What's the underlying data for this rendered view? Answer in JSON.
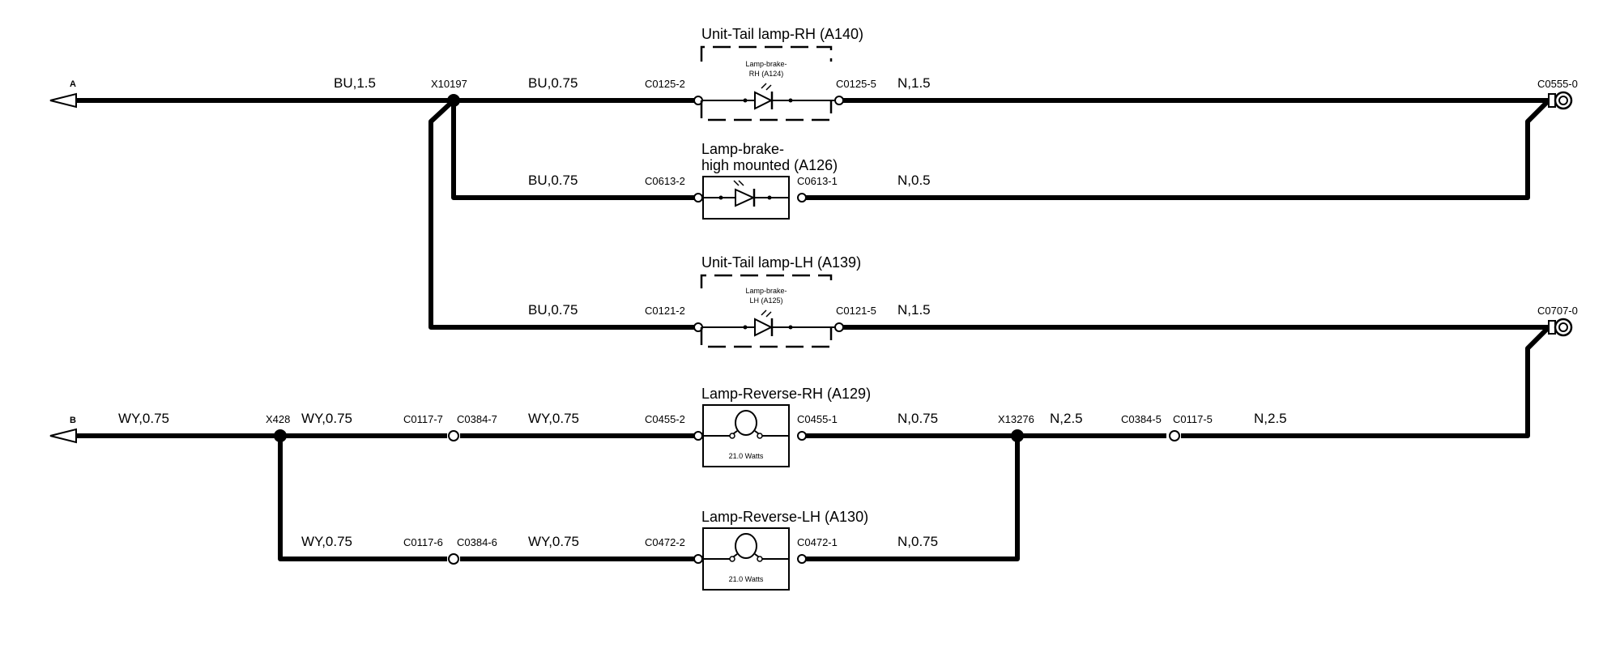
{
  "terminals": {
    "a": "A",
    "b": "B"
  },
  "splices": {
    "x10197": "X10197",
    "x428": "X428",
    "x13276": "X13276"
  },
  "wires": {
    "a_main": "BU,1.5",
    "bu_rh": "BU,0.75",
    "bu_hm": "BU,0.75",
    "bu_lh": "BU,0.75",
    "n_rh": "N,1.5",
    "n_hm": "N,0.5",
    "n_lh": "N,1.5",
    "wy_b": "WY,0.75",
    "wy_428_rev_rh": "WY,0.75",
    "wy_rev_rh": "WY,0.75",
    "n_rev_rh": "N,0.75",
    "n_13276": "N,2.5",
    "n_to_c0707": "N,2.5",
    "wy_428_rev_lh": "WY,0.75",
    "wy_rev_lh": "WY,0.75",
    "n_rev_lh": "N,0.75"
  },
  "connectors": {
    "c0125_2": "C0125-2",
    "c0125_5": "C0125-5",
    "c0555_0": "C0555-0",
    "c0613_2": "C0613-2",
    "c0613_1": "C0613-1",
    "c0121_2": "C0121-2",
    "c0121_5": "C0121-5",
    "c0707_0": "C0707-0",
    "c0117_7": "C0117-7",
    "c0384_7": "C0384-7",
    "c0455_2": "C0455-2",
    "c0455_1": "C0455-1",
    "c0384_5": "C0384-5",
    "c0117_5": "C0117-5",
    "c0117_6": "C0117-6",
    "c0384_6": "C0384-6",
    "c0472_2": "C0472-2",
    "c0472_1": "C0472-1"
  },
  "components": {
    "tail_rh": {
      "title": "Unit-Tail lamp-RH (A140)",
      "inner_l1": "Lamp-brake-",
      "inner_l2": "RH (A124)"
    },
    "brake_hm": {
      "title_l1": "Lamp-brake-",
      "title_l2": "high mounted (A126)"
    },
    "tail_lh": {
      "title": "Unit-Tail lamp-LH (A139)",
      "inner_l1": "Lamp-brake-",
      "inner_l2": "LH (A125)"
    },
    "rev_rh": {
      "title": "Lamp-Reverse-RH (A129)",
      "watts": "21.0 Watts"
    },
    "rev_lh": {
      "title": "Lamp-Reverse-LH (A130)",
      "watts": "21.0 Watts"
    }
  },
  "icons": [
    "arrow-left-icon",
    "splice-dot-icon",
    "connector-pin-icon",
    "ground-connector-icon",
    "led-icon",
    "bulb-icon"
  ]
}
